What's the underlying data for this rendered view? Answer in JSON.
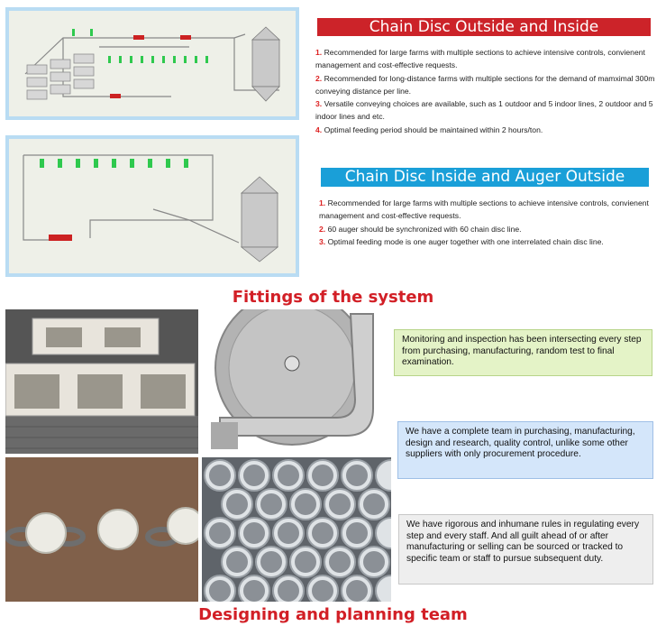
{
  "section1": {
    "title": "Chain Disc Outside and Inside",
    "points": [
      {
        "num": "1.",
        "text": "Recommended for large farms with multiple sections to achieve intensive controls, convienent management and cost-effective requests."
      },
      {
        "num": "2.",
        "text": "Recommended for long-distance farms with multiple sections for the demand of mamximal 300m conveying distance per line."
      },
      {
        "num": "3.",
        "text": "Versatile conveying choices are available, such as 1 outdoor and 5 indoor lines, 2 outdoor and 5 indoor lines and etc."
      },
      {
        "num": "4.",
        "text": "Optimal feeding period should be maintained within 2 hours/ton."
      }
    ]
  },
  "section2": {
    "title": "Chain Disc Inside and Auger Outside",
    "points": [
      {
        "num": "1.",
        "text": "Recommended for large farms with multiple sections to achieve intensive controls, convienent management and cost-effective requests."
      },
      {
        "num": "2.",
        "text": "60 auger should be synchronized with 60 chain disc line."
      },
      {
        "num": "3.",
        "text": "Optimal feeding mode is one auger together with one interrelated chain disc line."
      }
    ]
  },
  "fittings": {
    "title": "Fittings of the system",
    "notes": [
      "Monitoring and inspection has been intersecting every step from purchasing, manufacturing, random test to final examination.",
      "We have a complete team in purchasing, manufacturing, design and research, quality control, unlike some other suppliers with only procurement procedure.",
      "We have rigorous and inhumane rules in regulating every step and every staff. And all guilt ahead of or after manufacturing or selling can be sourced or tracked to specific team or staff to pursue subsequent duty."
    ]
  },
  "footer": {
    "title": "Designing and planning team"
  },
  "colors": {
    "red": "#cc2329",
    "blue": "#1a9fd8",
    "frame": "#b9dcf3"
  }
}
